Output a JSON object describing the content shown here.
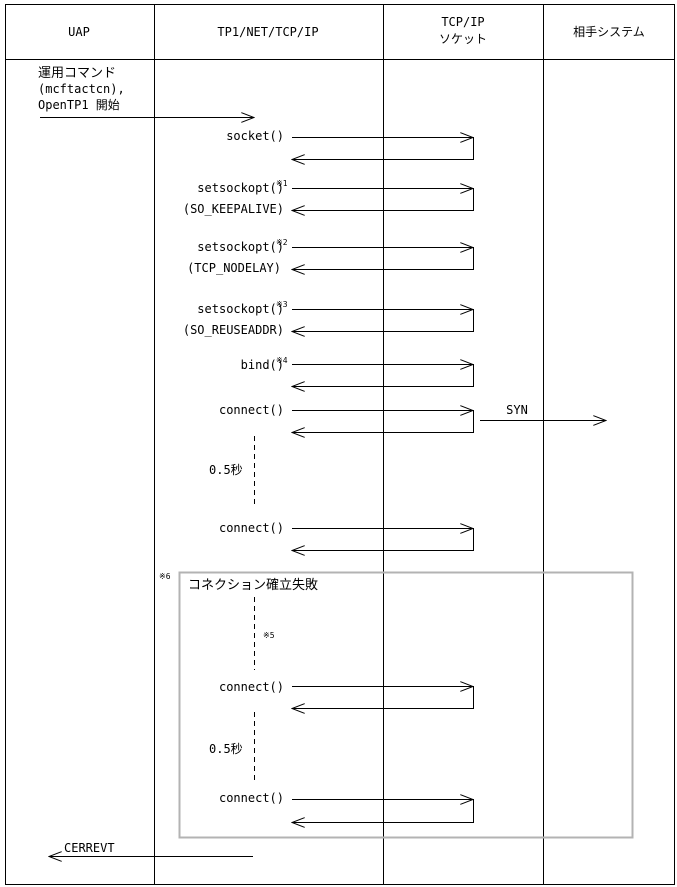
{
  "columns": [
    {
      "id": "uap",
      "label_lines": [
        "UAP"
      ]
    },
    {
      "id": "tp1",
      "label_lines": [
        "TP1/NET/TCP/IP"
      ]
    },
    {
      "id": "socket",
      "label_lines": [
        "TCP/IP",
        "ソケット"
      ]
    },
    {
      "id": "peer",
      "label_lines": [
        "相手システム"
      ]
    }
  ],
  "start_note": {
    "lines": [
      "運用コマンド",
      "(mcftactcn),",
      "OpenTP1 開始"
    ]
  },
  "calls": {
    "socket": {
      "label": "socket()"
    },
    "setsockopt1": {
      "label": "setsockopt()",
      "mark": "※1",
      "param": "(SO_KEEPALIVE)"
    },
    "setsockopt2": {
      "label": "setsockopt()",
      "mark": "※2",
      "param": "(TCP_NODELAY)"
    },
    "setsockopt3": {
      "label": "setsockopt()",
      "mark": "※3",
      "param": "(SO_REUSEADDR)"
    },
    "bind": {
      "label": "bind()",
      "mark": "※4"
    },
    "connect1": {
      "label": "connect()"
    },
    "connect2": {
      "label": "connect()"
    },
    "connect3": {
      "label": "connect()"
    },
    "connect4": {
      "label": "connect()"
    }
  },
  "syn_label": "SYN",
  "wait1_label": "0.5秒",
  "wait2_label": "0.5秒",
  "failure_box": {
    "mark": "※6",
    "title": "コネクション確立失敗",
    "inner_mark": "※5"
  },
  "error_event": "CERREVT"
}
